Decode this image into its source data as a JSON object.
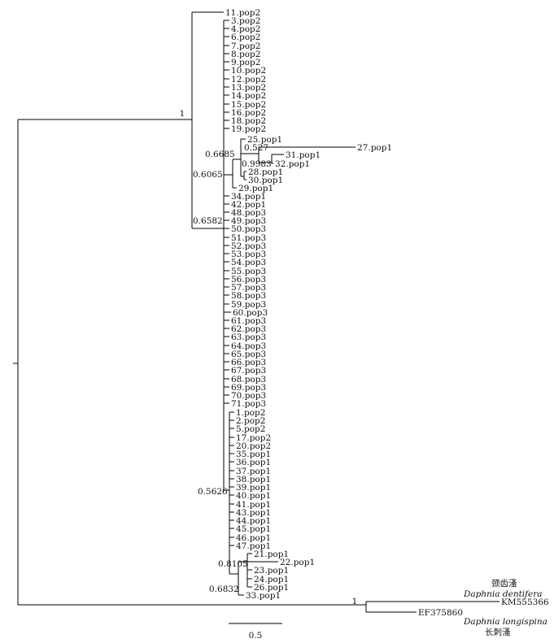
{
  "tree": {
    "leaves": [
      "11.pop2",
      "3.pop2",
      "4.pop2",
      "6.pop2",
      "7.pop2",
      "8.pop2",
      "9.pop2",
      "10.pop2",
      "12.pop2",
      "13.pop2",
      "14.pop2",
      "15.pop2",
      "16.pop2",
      "18.pop2",
      "19.pop2",
      "25.pop1",
      "27.pop1",
      "31.pop1",
      "32.pop1",
      "28.pop1",
      "30.pop1",
      "29.pop1",
      "34.pop1",
      "42.pop1",
      "48.pop3",
      "49.pop3",
      "50.pop3",
      "51.pop3",
      "52.pop3",
      "53.pop3",
      "54.pop3",
      "55.pop3",
      "56.pop3",
      "57.pop3",
      "58.pop3",
      "59.pop3",
      "60.pop3",
      "61.pop3",
      "62.pop3",
      "63.pop3",
      "64.pop3",
      "65.pop3",
      "66.pop3",
      "67.pop3",
      "68.pop3",
      "69.pop3",
      "70.pop3",
      "71.pop3",
      "1.pop2",
      "2.pop2",
      "5.pop2",
      "17.pop2",
      "20.pop2",
      "35.pop1",
      "36.pop1",
      "37.pop1",
      "38.pop1",
      "39.pop1",
      "40.pop1",
      "41.pop1",
      "43.pop1",
      "44.pop1",
      "45.pop1",
      "46.pop1",
      "47.pop1",
      "21.pop1",
      "22.pop1",
      "23.pop1",
      "24.pop1",
      "26.pop1",
      "33.pop1"
    ],
    "support_values": [
      "1",
      "0.6685",
      "0.527",
      "0.9983",
      "0.6065",
      "0.6582",
      "0.5626",
      "0.8105",
      "0.6832",
      "1"
    ],
    "outgroup": {
      "species_1_chinese": "颈齿溞",
      "species_1_latin": "Daphnia dentifera",
      "species_1_accession": "KM555366",
      "species_2_accession": "EF375860",
      "species_2_latin": "Daphnia longispina",
      "species_2_chinese": "长刺溞"
    },
    "scale_bar_label": "0.5"
  }
}
